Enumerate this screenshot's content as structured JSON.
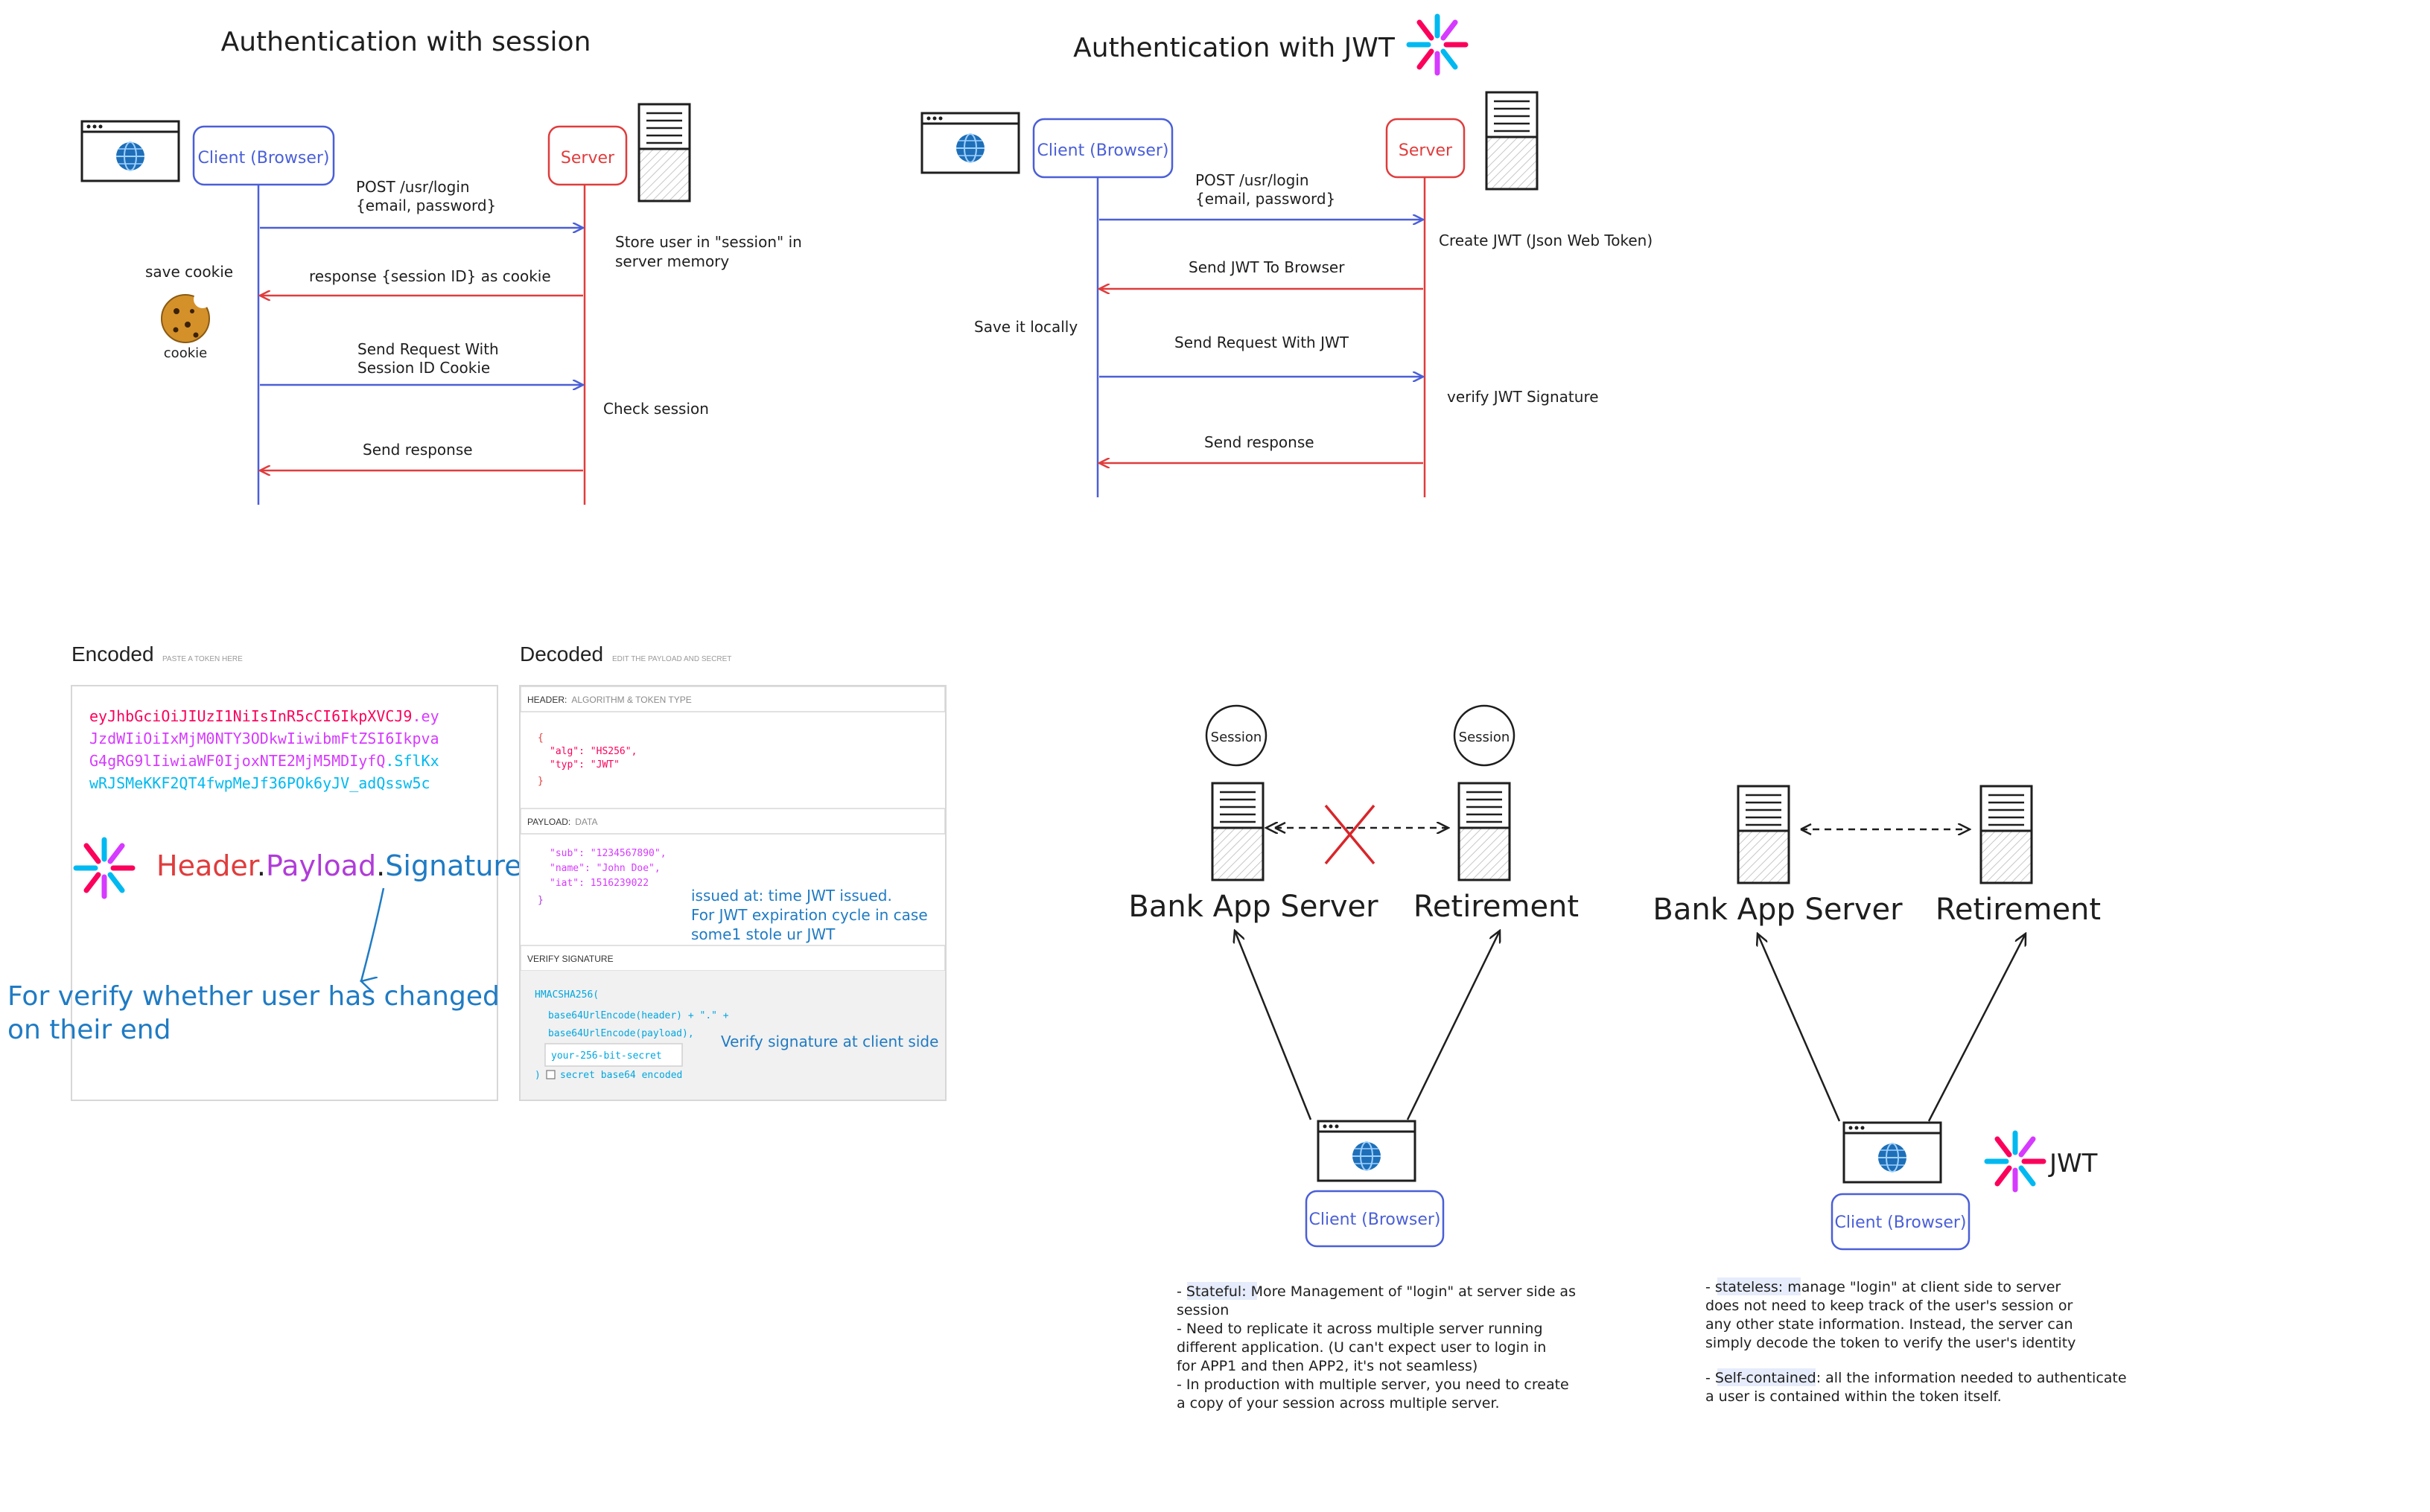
{
  "session_flow": {
    "title": "Authentication with session",
    "client_label": "Client (Browser)",
    "server_label": "Server",
    "msg1_line1": "POST /usr/login",
    "msg1_line2": "{email, password}",
    "store_note_line1": "Store user in \"session\" in",
    "store_note_line2": "server memory",
    "msg2": "response {session ID} as cookie",
    "save_cookie": "save cookie",
    "cookie_caption": "cookie",
    "msg3_line1": "Send Request With",
    "msg3_line2": "Session ID Cookie",
    "check_session": "Check session",
    "msg4": "Send response"
  },
  "jwt_flow": {
    "title": "Authentication with JWT",
    "client_label": "Client (Browser)",
    "server_label": "Server",
    "msg1_line1": "POST /usr/login",
    "msg1_line2": "{email, password}",
    "create_note": "Create JWT (Json Web Token)",
    "msg2": "Send JWT To Browser",
    "save_locally": "Save it locally",
    "msg3": "Send Request With JWT",
    "verify_note": "verify JWT Signature",
    "msg4": "Send response"
  },
  "encoded_panel": {
    "title": "Encoded",
    "subtitle": "PASTE A TOKEN HERE",
    "token_line1_a": "eyJhbGciOiJIUzI1NiIsInR5cCI6IkpXVCJ9",
    "token_line1_b": ".ey",
    "token_line2": "JzdWIiOiIxMjM0NTY3ODkwIiwibmFtZSI6Ikpva",
    "token_line3_a": "G4gRG9lIiwiaWF0IjoxNTE2MjM5MDIyfQ",
    "token_line3_b": ".SflKx",
    "token_line4": "wRJSMeKKF2QT4fwpMeJf36POk6yJV_adQssw5c",
    "header_word": "Header",
    "dot1": ".",
    "payload_word": "Payload",
    "dot2": ".",
    "signature_word": "Signature"
  },
  "decoded_panel": {
    "title": "Decoded",
    "subtitle": "EDIT THE PAYLOAD AND SECRET",
    "header_label": "HEADER:",
    "header_label_sub": "ALGORITHM & TOKEN TYPE",
    "header_l1": "{",
    "header_l2": "\"alg\": \"HS256\",",
    "header_l3": "\"typ\": \"JWT\"",
    "header_l4": "}",
    "payload_label": "PAYLOAD:",
    "payload_label_sub": "DATA",
    "payload_l1": "\"sub\": \"1234567890\",",
    "payload_l2": "\"name\": \"John Doe\",",
    "payload_l3": "\"iat\": 1516239022",
    "payload_l4": "}",
    "verify_label": "VERIFY SIGNATURE",
    "verify_l1": "HMACSHA256(",
    "verify_l2": "base64UrlEncode(header) + \".\" +",
    "verify_l3": "base64UrlEncode(payload),",
    "secret_placeholder": "your-256-bit-secret",
    "verify_close": ")",
    "secret_checkbox_label": "secret base64 encoded"
  },
  "annotations": {
    "verify_change_line1": "For verify whether user has changed",
    "verify_change_line2": "on their end",
    "iat_note_line1": "issued at: time JWT issued.",
    "iat_note_line2": "For JWT expiration cycle in case",
    "iat_note_line3": "some1 stole ur JWT",
    "verify_client_side": "Verify signature at client side"
  },
  "stateful_diagram": {
    "session_left": "Session",
    "session_right": "Session",
    "bank_app_server": "Bank App Server",
    "retirement": "Retirement",
    "client_label": "Client (Browser)",
    "notes": [
      "- Stateful: More Management of \"login\" at server side as",
      "session",
      "- Need to replicate it across multiple server running",
      "different application. (U can't expect user to login in",
      "for APP1 and then APP2, it's not seamless)",
      "- In production with multiple server, you need to create",
      "a copy of your session across multiple server."
    ]
  },
  "stateless_diagram": {
    "bank_app_server": "Bank App Server",
    "retirement": "Retirement",
    "client_label": "Client (Browser)",
    "jwt_label": "JWT",
    "notes": [
      "- stateless: manage \"login\" at client side to server",
      "does not need to keep track of the user's session or",
      "any other state information. Instead, the server can",
      "simply decode the token to verify the user's identity",
      "",
      "- Self-contained: all the information needed to authenticate",
      "a user is contained within the token itself."
    ]
  },
  "colors": {
    "client_blue": "#4a5fd8",
    "server_red": "#e03c3c",
    "token_red": "#fb015b",
    "token_purple": "#d63aff",
    "token_cyan": "#00b9f1",
    "annotation_blue": "#1f7bc4",
    "globe": "#1e6fb8",
    "cookie": "#d4912a"
  }
}
